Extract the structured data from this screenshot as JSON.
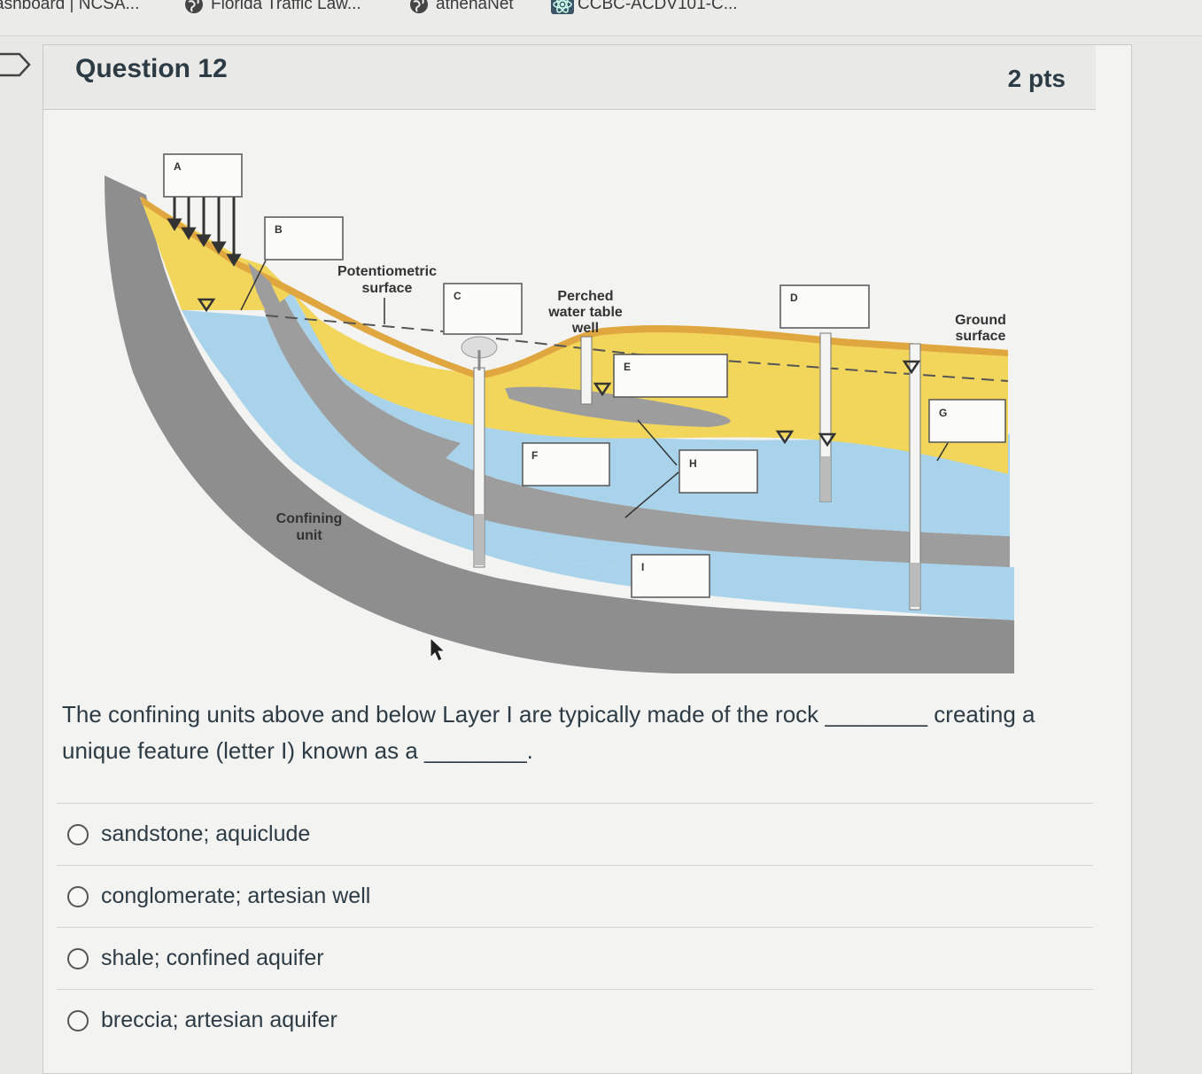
{
  "bookmarks": [
    {
      "label": "ashboard | NCSA...",
      "icon": "none"
    },
    {
      "label": "Florida Traffic Law...",
      "icon": "globe-icon"
    },
    {
      "label": "athenaNet",
      "icon": "globe-icon"
    },
    {
      "label": "CCBC-ACDV101-C...",
      "icon": "atom-icon"
    }
  ],
  "question": {
    "title": "Question 12",
    "points": "2 pts",
    "text": "The confining units above and below Layer I are typically made of the rock ________ creating a unique feature (letter I) known as a ________."
  },
  "diagram": {
    "box_labels": [
      "A",
      "B",
      "C",
      "D",
      "E",
      "F",
      "G",
      "H",
      "I"
    ],
    "potentiometric_line1": "Potentiometric",
    "potentiometric_line2": "surface",
    "perched_line1": "Perched",
    "perched_line2": "water table",
    "perched_line3": "well",
    "ground_line1": "Ground",
    "ground_line2": "surface",
    "confining_line1": "Confining",
    "confining_line2": "unit",
    "colors": {
      "aquifer_blue": "#a9d3ea",
      "sand_yellow": "#f2d65c",
      "confining_gray": "#9d9d9d",
      "bedrock_gray": "#8c8c8c"
    }
  },
  "answers": [
    {
      "label": "sandstone; aquiclude"
    },
    {
      "label": "conglomerate; artesian well"
    },
    {
      "label": "shale; confined aquifer"
    },
    {
      "label": "breccia; artesian aquifer"
    }
  ]
}
